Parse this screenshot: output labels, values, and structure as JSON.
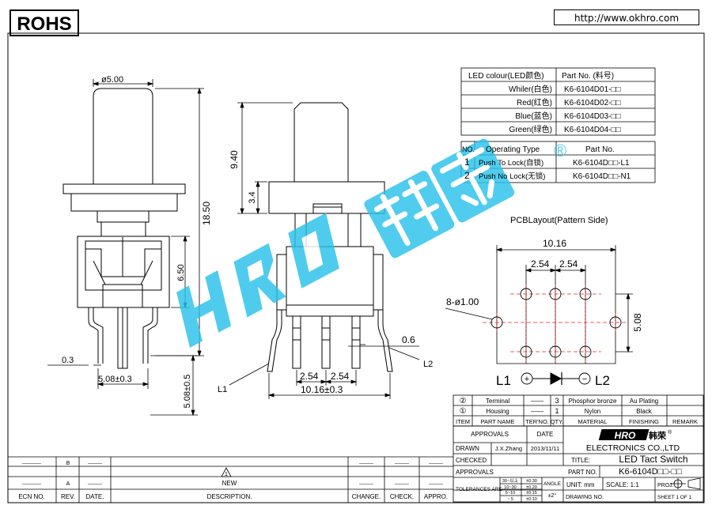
{
  "header": {
    "rohs": "ROHS",
    "url": "http://www.okhro.com"
  },
  "watermark": {
    "brand": "HRO",
    "brand_cn": "韩荣",
    "registered": "®"
  },
  "dims": {
    "cap_dia": "ø5.00",
    "total_h": "18.50",
    "body_h": "6.50",
    "side_h": "9.40",
    "cap_step": "3.4",
    "pin_off": "0.3",
    "pin_pitch_front": "5.08±0.3",
    "pin_len": "5.08±0.5",
    "l1": "L1",
    "l2": "L2",
    "lead_w": "0.6",
    "pitch_a": "2.54",
    "pitch_b": "2.54",
    "span": "10.16±0.3"
  },
  "led_table": {
    "headers": [
      "LED colour(LED颜色)",
      "Part No. (料号)"
    ],
    "rows": [
      [
        "Whiler(白色)",
        "K6-6104D01-□□"
      ],
      [
        "Red(红色)",
        "K6-6104D02-□□"
      ],
      [
        "Blue(蓝色)",
        "K6-6104D03-□□"
      ],
      [
        "Green(绿色)",
        "K6-6104D04-□□"
      ]
    ]
  },
  "op_table": {
    "headers": [
      "NO.",
      "Operating Type",
      "Part No."
    ],
    "rows": [
      [
        "1",
        "Push To Lock(自锁)",
        "K6-6104D□□-L1"
      ],
      [
        "2",
        "Push No Lock(无锁)",
        "K6-6104D□□-N1"
      ]
    ]
  },
  "pcb": {
    "title": "PCBLayout(Pattern Side)",
    "width": "10.16",
    "p1": "2.54",
    "p2": "2.54",
    "holes": "8-ø1.00",
    "height": "5.08",
    "l1": "L1",
    "l2": "L2",
    "plus": "+",
    "minus": "−"
  },
  "bom": {
    "headers": [
      "ITEM",
      "PART NAME",
      "TER'NO.",
      "QTY.",
      "MATERIAL",
      "FINISHING",
      "REMARK"
    ],
    "rows": [
      [
        "②",
        "Terminal",
        "——",
        "3",
        "Phosphor bronze",
        "Au Plating",
        ""
      ],
      [
        "①",
        "Housing",
        "——",
        "1",
        "Nylon",
        "Black",
        ""
      ]
    ]
  },
  "title_block": {
    "approvals": "APPROVALS",
    "date": "DATE",
    "company": "ELECTRONICS CO.,LTD",
    "drawn": "DRAWN",
    "drawn_by": "J.X.Zhang",
    "drawn_date": "2013/11/11",
    "checked": "CHECKED",
    "approvals2": "APPROVALS",
    "title_label": "TITLE:",
    "title": "LED Tact Switch",
    "partno_label": "PART NO.",
    "partno": "K6-6104D□□-□□",
    "tolerances": "TOLERANCES ARE",
    "tol_rows": [
      [
        "30~以上",
        "±0.30"
      ],
      [
        "10~30",
        "±0.20"
      ],
      [
        "5~10",
        "±0.15"
      ],
      [
        "~ 5",
        "±0.10"
      ]
    ],
    "angle": "ANGLE",
    "angle_tol": "±2°",
    "unit": "UNIT: mm",
    "scale": "SCALE: 1:1",
    "proj": "PROJ.",
    "drawing_no": "DRAWING NO.",
    "sheet": "SHEET  1  OF  1"
  },
  "revision": {
    "rows": [
      [
        "————",
        "B",
        "———",
        "",
        "———",
        "———",
        "———"
      ],
      [
        "————",
        "A",
        "———",
        "NEW",
        "———",
        "———",
        "———"
      ]
    ],
    "rev_symbol": "1",
    "headers": [
      "ECN NO.",
      "REV.",
      "DATE.",
      "DESCRIPTION.",
      "CHANGE.",
      "CHECK.",
      "APPRO."
    ]
  }
}
